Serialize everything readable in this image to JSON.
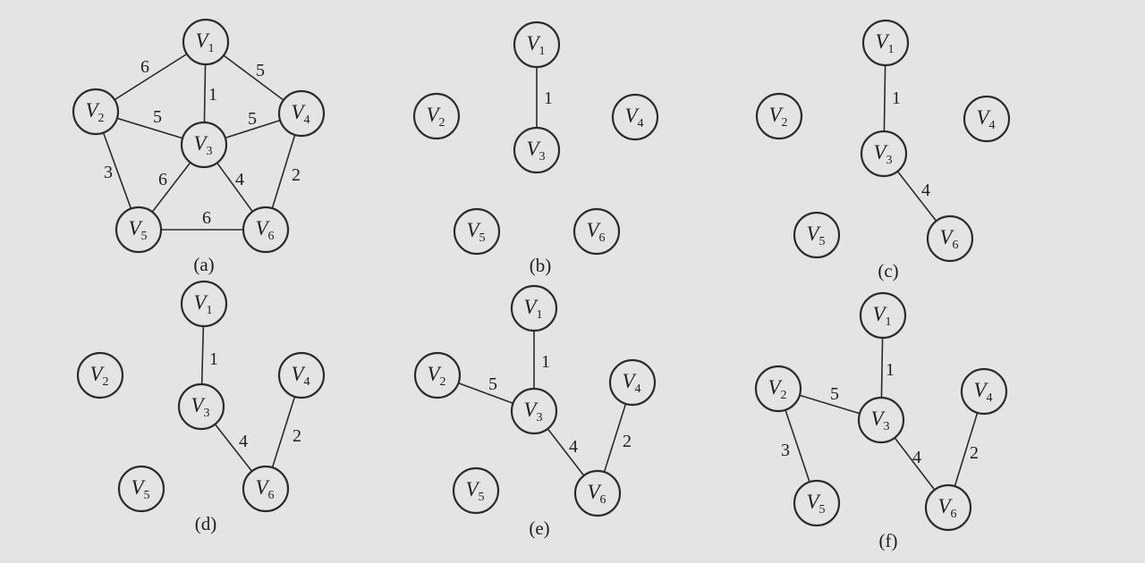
{
  "vertex_letter": "V",
  "vertices": [
    "1",
    "2",
    "3",
    "4",
    "5",
    "6"
  ],
  "colors": {
    "background": "#e4e4e4",
    "ink": "#2b2b2b"
  },
  "panels": [
    {
      "caption": "(a)",
      "edges": [
        {
          "u": 1,
          "v": 2,
          "w": 6
        },
        {
          "u": 1,
          "v": 4,
          "w": 5
        },
        {
          "u": 1,
          "v": 3,
          "w": 1
        },
        {
          "u": 2,
          "v": 3,
          "w": 5
        },
        {
          "u": 3,
          "v": 4,
          "w": 5
        },
        {
          "u": 2,
          "v": 5,
          "w": 3
        },
        {
          "u": 3,
          "v": 5,
          "w": 6
        },
        {
          "u": 3,
          "v": 6,
          "w": 4
        },
        {
          "u": 4,
          "v": 6,
          "w": 2
        },
        {
          "u": 5,
          "v": 6,
          "w": 6
        }
      ]
    },
    {
      "caption": "(b)",
      "edges": [
        {
          "u": 1,
          "v": 3,
          "w": 1
        }
      ]
    },
    {
      "caption": "(c)",
      "edges": [
        {
          "u": 1,
          "v": 3,
          "w": 1
        },
        {
          "u": 3,
          "v": 6,
          "w": 4
        }
      ]
    },
    {
      "caption": "(d)",
      "edges": [
        {
          "u": 1,
          "v": 3,
          "w": 1
        },
        {
          "u": 3,
          "v": 6,
          "w": 4
        },
        {
          "u": 4,
          "v": 6,
          "w": 2
        }
      ]
    },
    {
      "caption": "(e)",
      "edges": [
        {
          "u": 1,
          "v": 3,
          "w": 1
        },
        {
          "u": 2,
          "v": 3,
          "w": 5
        },
        {
          "u": 3,
          "v": 6,
          "w": 4
        },
        {
          "u": 4,
          "v": 6,
          "w": 2
        }
      ]
    },
    {
      "caption": "(f)",
      "edges": [
        {
          "u": 1,
          "v": 3,
          "w": 1
        },
        {
          "u": 2,
          "v": 3,
          "w": 5
        },
        {
          "u": 2,
          "v": 5,
          "w": 3
        },
        {
          "u": 3,
          "v": 6,
          "w": 4
        },
        {
          "u": 4,
          "v": 6,
          "w": 2
        }
      ]
    }
  ]
}
